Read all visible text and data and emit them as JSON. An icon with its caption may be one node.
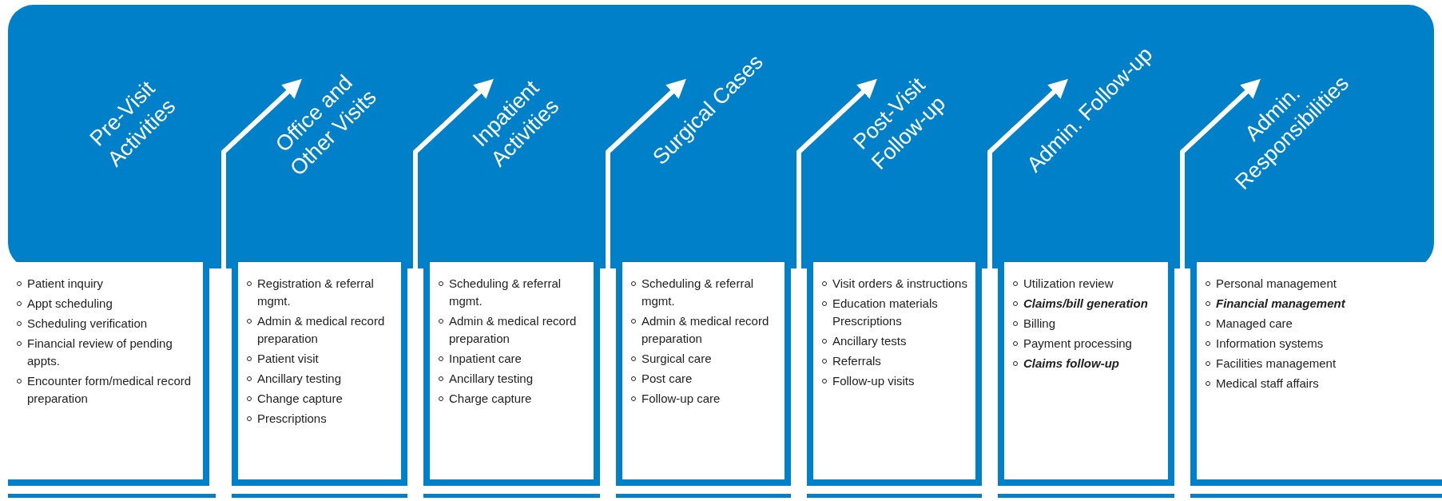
{
  "diagram": {
    "nodes": [
      {
        "text": [],
        "shape": "box"
      },
      {
        "text": [
          "Pre-Visit Activities"
        ],
        "in": 0
      },
      {
        "text": [
          "Office and Other Visits"
        ],
        "in": 0
      },
      {
        "text": [
          "Inpatient Activities"
        ],
        "in": 0
      },
      {
        "text": [
          "Surgical Cases"
        ],
        "in": 0
      },
      {
        "text": [
          "Post-Visit Follow-up"
        ],
        "in": 0
      },
      {
        "text": [
          "Admin. Follow-up"
        ],
        "in": 0
      },
      {
        "text": [
          "Admin. Responsibilities"
        ],
        "in": 0
      },
      {
        "text": [
          "Patient inquiry",
          "Appt scheduling",
          "Scheduling verification",
          "Financial review of pending appts.",
          "Encounter form/medical record preparation"
        ]
      },
      {
        "text": [
          "Registration & referral mgmt.",
          "Admin & medical record preparation",
          "Patient visit",
          "Ancillary testing",
          "Change capture",
          "Prescriptions"
        ]
      },
      {
        "text": [
          "Scheduling & referral mgmt.",
          "Admin & medical record preparation",
          "Inpatient care",
          "Ancillary testing",
          "Charge capture"
        ]
      },
      {
        "text": [
          "Scheduling & referral mgmt.",
          "Admin & medical record preparation",
          "Surgical care",
          "Post care",
          "Follow-up care"
        ]
      },
      {
        "text": [
          "Visit orders & instructions",
          "Education materials Prescriptions",
          "Ancillary tests",
          "Referrals",
          "Follow-up visits"
        ]
      },
      {
        "text": [
          "Utilization review",
          "**Claims/bill generation**",
          "Billing",
          "Payment processing",
          "**Claims follow-up**"
        ]
      },
      {
        "text": [
          "Personal management",
          "**Financial management**",
          "Managed care",
          "Information systems",
          "Facilities management",
          "Medical staff affairs"
        ]
      }
    ],
    "edges": [
      {
        "from": 8,
        "to": 2,
        "arrow": "to"
      },
      {
        "from": 9,
        "to": 3,
        "arrow": "to"
      },
      {
        "from": 10,
        "to": 4,
        "arrow": "to"
      },
      {
        "from": 11,
        "to": 5,
        "arrow": "to"
      },
      {
        "from": 12,
        "to": 6,
        "arrow": "to"
      },
      {
        "from": 13,
        "to": 7,
        "arrow": "to"
      }
    ]
  }
}
